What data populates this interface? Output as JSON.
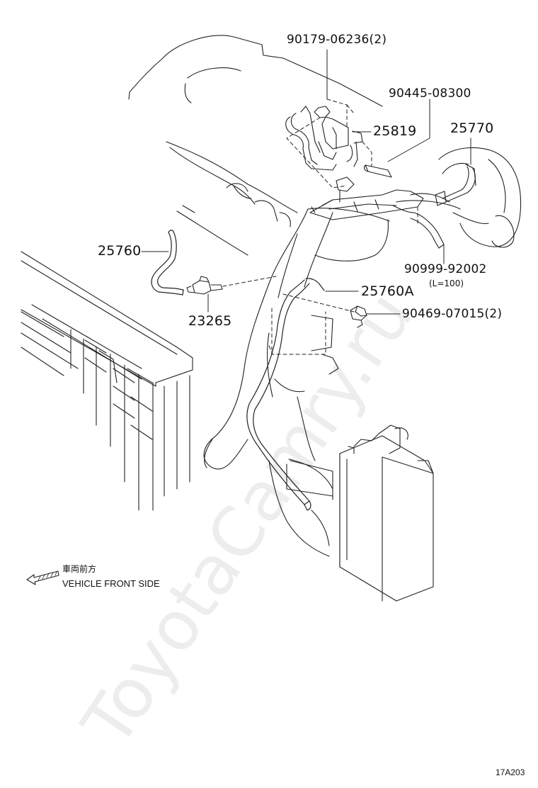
{
  "parts": {
    "p90179": "90179-06236(2)",
    "p90445": "90445-08300",
    "p25819": "25819",
    "p25770": "25770",
    "p25760": "25760",
    "p90999": "90999-92002",
    "p90999_note": "(L=100)",
    "p25760a": "25760A",
    "p90469": "90469-07015(2)",
    "p23265": "23265"
  },
  "front": {
    "japanese": "車両前方",
    "english": "VEHICLE FRONT SIDE"
  },
  "watermark": "ToyotaCamry.ru",
  "figure_code": "17A203",
  "colors": {
    "line": "#222222",
    "watermark": "#e6e6e6"
  }
}
